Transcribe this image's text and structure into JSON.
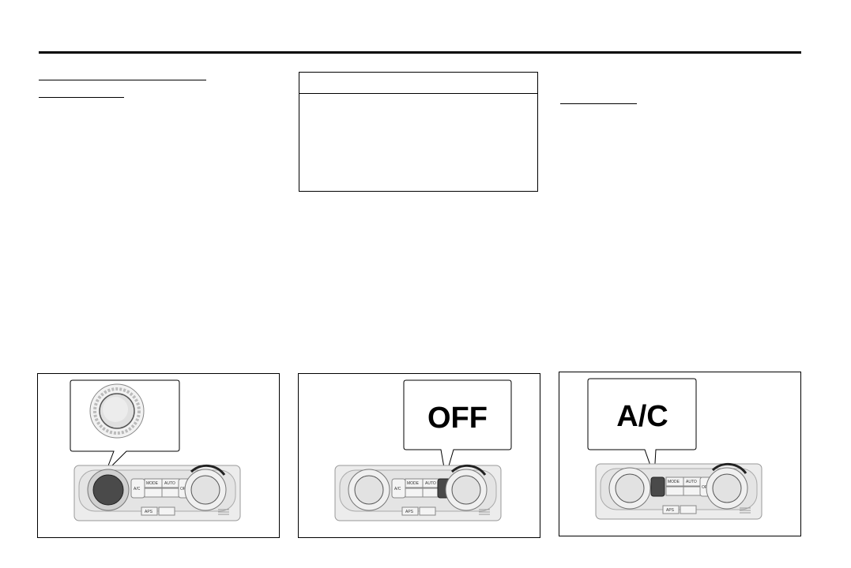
{
  "figures": [
    {
      "id": "fig-left",
      "callout": "",
      "highlight": "left-knob",
      "icon": "temperature-knob-icon"
    },
    {
      "id": "fig-middle",
      "callout": "OFF",
      "highlight": "off-button",
      "icon": "off-button-icon"
    },
    {
      "id": "fig-right",
      "callout": "A/C",
      "highlight": "ac-button",
      "icon": "ac-button-icon"
    }
  ],
  "panel_labels": {
    "ac": "A/C",
    "mode": "MODE",
    "auto": "AUTO",
    "off": "OFF",
    "aps": "APS"
  },
  "colors": {
    "highlight": "#4a4a4a",
    "panel": "#e8e8e8",
    "knob": "#dcdcdc"
  }
}
